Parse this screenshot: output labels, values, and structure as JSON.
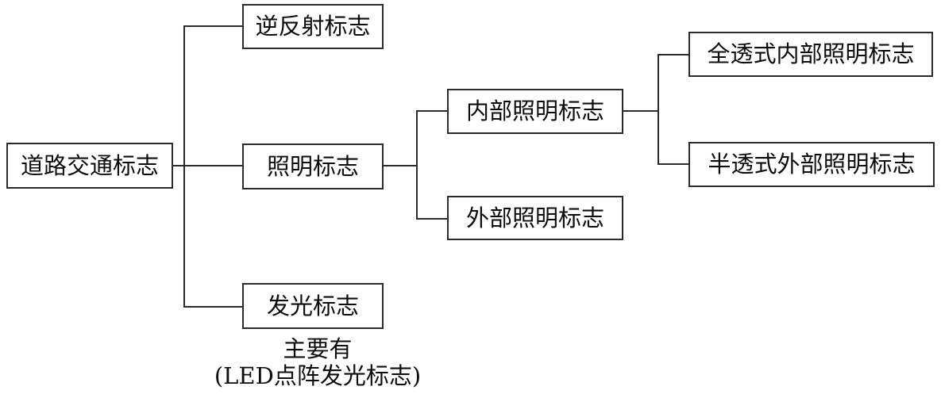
{
  "diagram": {
    "title": "road-traffic-sign-classification-tree",
    "nodes": {
      "root": "道路交通标志",
      "retroreflective": "逆反射标志",
      "illuminated": "照明标志",
      "luminous": "发光标志",
      "internal_illuminated": "内部照明标志",
      "external_illuminated": "外部照明标志",
      "full_transmissive_internal": "全透式内部照明标志",
      "semi_transmissive_external": "半透式外部照明标志"
    },
    "caption": {
      "line1": "主要有",
      "line2": "(LED点阵发光标志)"
    },
    "colors": {
      "line": "#2b2b2b",
      "background": "#ffffff",
      "text": "#0d0d0d"
    }
  }
}
